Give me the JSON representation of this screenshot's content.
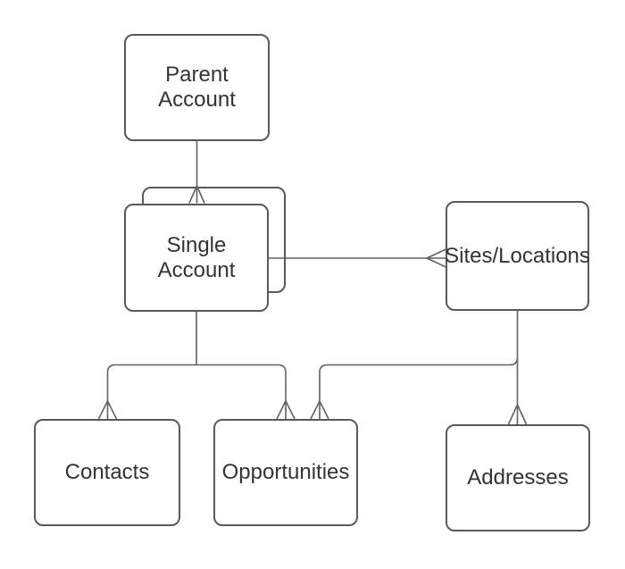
{
  "diagram": {
    "background": "#ffffff",
    "colors": {
      "node_border": "#595959",
      "connector": "#616161",
      "text": "#333333",
      "node_fill": "#ffffff"
    },
    "nodes": [
      {
        "id": "parent-account",
        "label": "Parent Account",
        "stacked": false
      },
      {
        "id": "single-account",
        "label": "Single Account",
        "stacked": true
      },
      {
        "id": "sites-locations",
        "label": "Sites/Locations",
        "stacked": false
      },
      {
        "id": "contacts",
        "label": "Contacts",
        "stacked": false
      },
      {
        "id": "opportunities",
        "label": "Opportunities",
        "stacked": false
      },
      {
        "id": "addresses",
        "label": "Addresses",
        "stacked": false
      }
    ],
    "edges": [
      {
        "from": "Parent Account",
        "to": "Single Account",
        "notation": "crow-foot-many",
        "many_at": "Single Account"
      },
      {
        "from": "Single Account",
        "to": "Sites/Locations",
        "notation": "crow-foot-many",
        "many_at": "Sites/Locations"
      },
      {
        "from": "Single Account",
        "to": "Contacts",
        "notation": "crow-foot-many",
        "many_at": "Contacts"
      },
      {
        "from": "Single Account",
        "to": "Opportunities",
        "notation": "crow-foot-many",
        "many_at": "Opportunities"
      },
      {
        "from": "Sites/Locations",
        "to": "Opportunities",
        "notation": "crow-foot-many",
        "many_at": "Opportunities"
      },
      {
        "from": "Sites/Locations",
        "to": "Addresses",
        "notation": "crow-foot-many",
        "many_at": "Addresses"
      }
    ]
  }
}
